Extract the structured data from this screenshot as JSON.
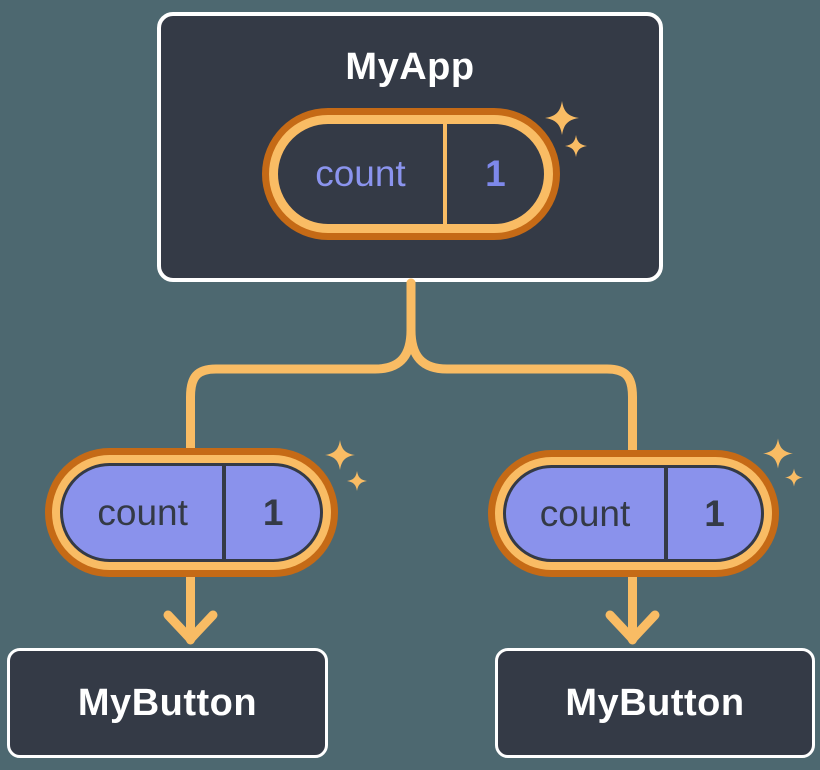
{
  "colors": {
    "background": "#4d6870",
    "panel_fill": "#343a46",
    "panel_border": "#ffffff",
    "orange_light": "#f9bc64",
    "orange_dark": "#c56a16",
    "purple_fill": "#8a92ec",
    "state_name_on_dark": "#8b94ee",
    "state_value_on_dark": "#7e88ea",
    "text_on_purple": "#343a46",
    "text_light": "#ffffff"
  },
  "icons": {
    "sparkle": "sparkle-icon"
  },
  "tree": {
    "root": {
      "label": "MyApp",
      "state": {
        "name": "count",
        "value": "1"
      }
    },
    "children": [
      {
        "label": "MyButton",
        "state": {
          "name": "count",
          "value": "1"
        }
      },
      {
        "label": "MyButton",
        "state": {
          "name": "count",
          "value": "1"
        }
      }
    ]
  }
}
